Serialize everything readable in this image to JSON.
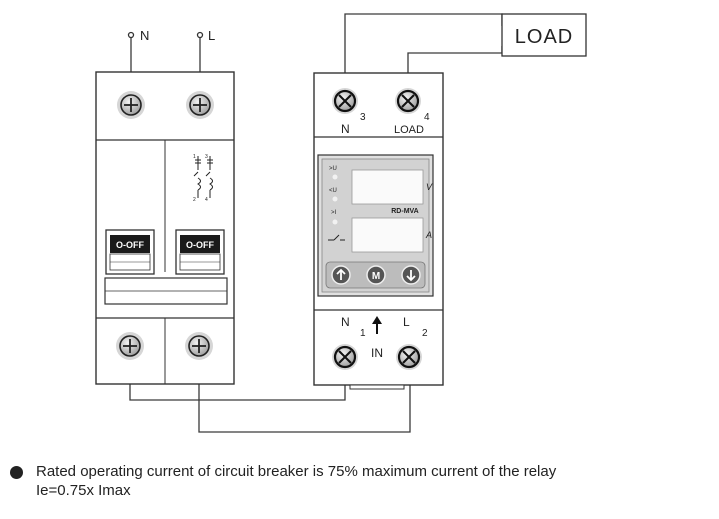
{
  "supply": {
    "neutral_label": "N",
    "live_label": "L"
  },
  "load_box": {
    "label": "LOAD"
  },
  "relay": {
    "top_terminals": {
      "left_label": "N",
      "left_number": "3",
      "right_label": "LOAD",
      "right_number": "4"
    },
    "indicators": {
      "over_voltage": ">U",
      "under_voltage": "<U",
      "over_current": ">I"
    },
    "display": {
      "voltage_unit": "V",
      "current_unit": "A",
      "model": "RD-MVA"
    },
    "buttons": {
      "up_icon": "arrow-up-icon",
      "mode_label": "M",
      "down_icon": "arrow-down-icon"
    },
    "bottom_terminals": {
      "left_label": "N",
      "left_number": "1",
      "right_label": "L",
      "right_number": "2",
      "input_label": "IN"
    }
  },
  "breaker": {
    "left_switch_label": "O-OFF",
    "right_switch_label": "O-OFF",
    "symbol_numbers": {
      "top_left": "1",
      "top_right": "3",
      "bottom_left": "2",
      "bottom_right": "4"
    }
  },
  "note": {
    "line1": "Rated operating current of circuit breaker is 75% maximum current of the relay",
    "line2": "Ie=0.75x Imax"
  }
}
